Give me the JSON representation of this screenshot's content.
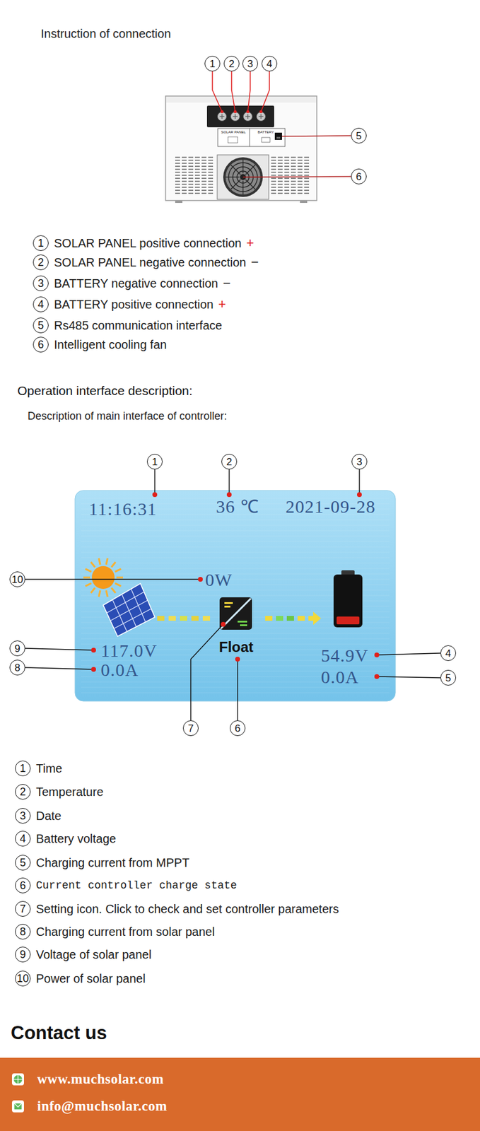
{
  "diagram": {
    "nodes": [
      {
        "text": [
          "11:16:31",
          "36 ℃",
          "2021-09-28",
          "0W",
          "117.0V",
          "0.0A",
          "Float",
          "54.9V",
          "0.0A"
        ]
      },
      {
        "text": [
          "www.muchsolar.com",
          "info@muchsolar.com"
        ]
      }
    ],
    "labels": [
      "Instruction of connection",
      "1",
      "2",
      "3",
      "4",
      "5",
      "6",
      "SOLAR PANEL",
      "BATTERY",
      "1",
      "SOLAR PANEL positive connection",
      "+",
      "2",
      "SOLAR PANEL negative connection",
      "−",
      "3",
      "BATTERY negative connection",
      "−",
      "4",
      "BATTERY positive connection",
      "+",
      "5",
      "Rs485 communication interface",
      "6",
      "Intelligent cooling fan",
      "Operation interface description:",
      "Description of main interface of controller:",
      "1",
      "2",
      "3",
      "10",
      "9",
      "8",
      "4",
      "5",
      "7",
      "6",
      "1",
      "Time",
      "2",
      "Temperature",
      "3",
      "Date",
      "4",
      "Battery voltage",
      "5",
      "Charging current from MPPT",
      "6",
      "Current controller charge state",
      "7",
      "Setting icon. Click to check and set controller parameters",
      "8",
      "Charging current from solar panel",
      "9",
      "Voltage of solar panel",
      "10",
      "Power of solar panel",
      "Contact us"
    ]
  }
}
